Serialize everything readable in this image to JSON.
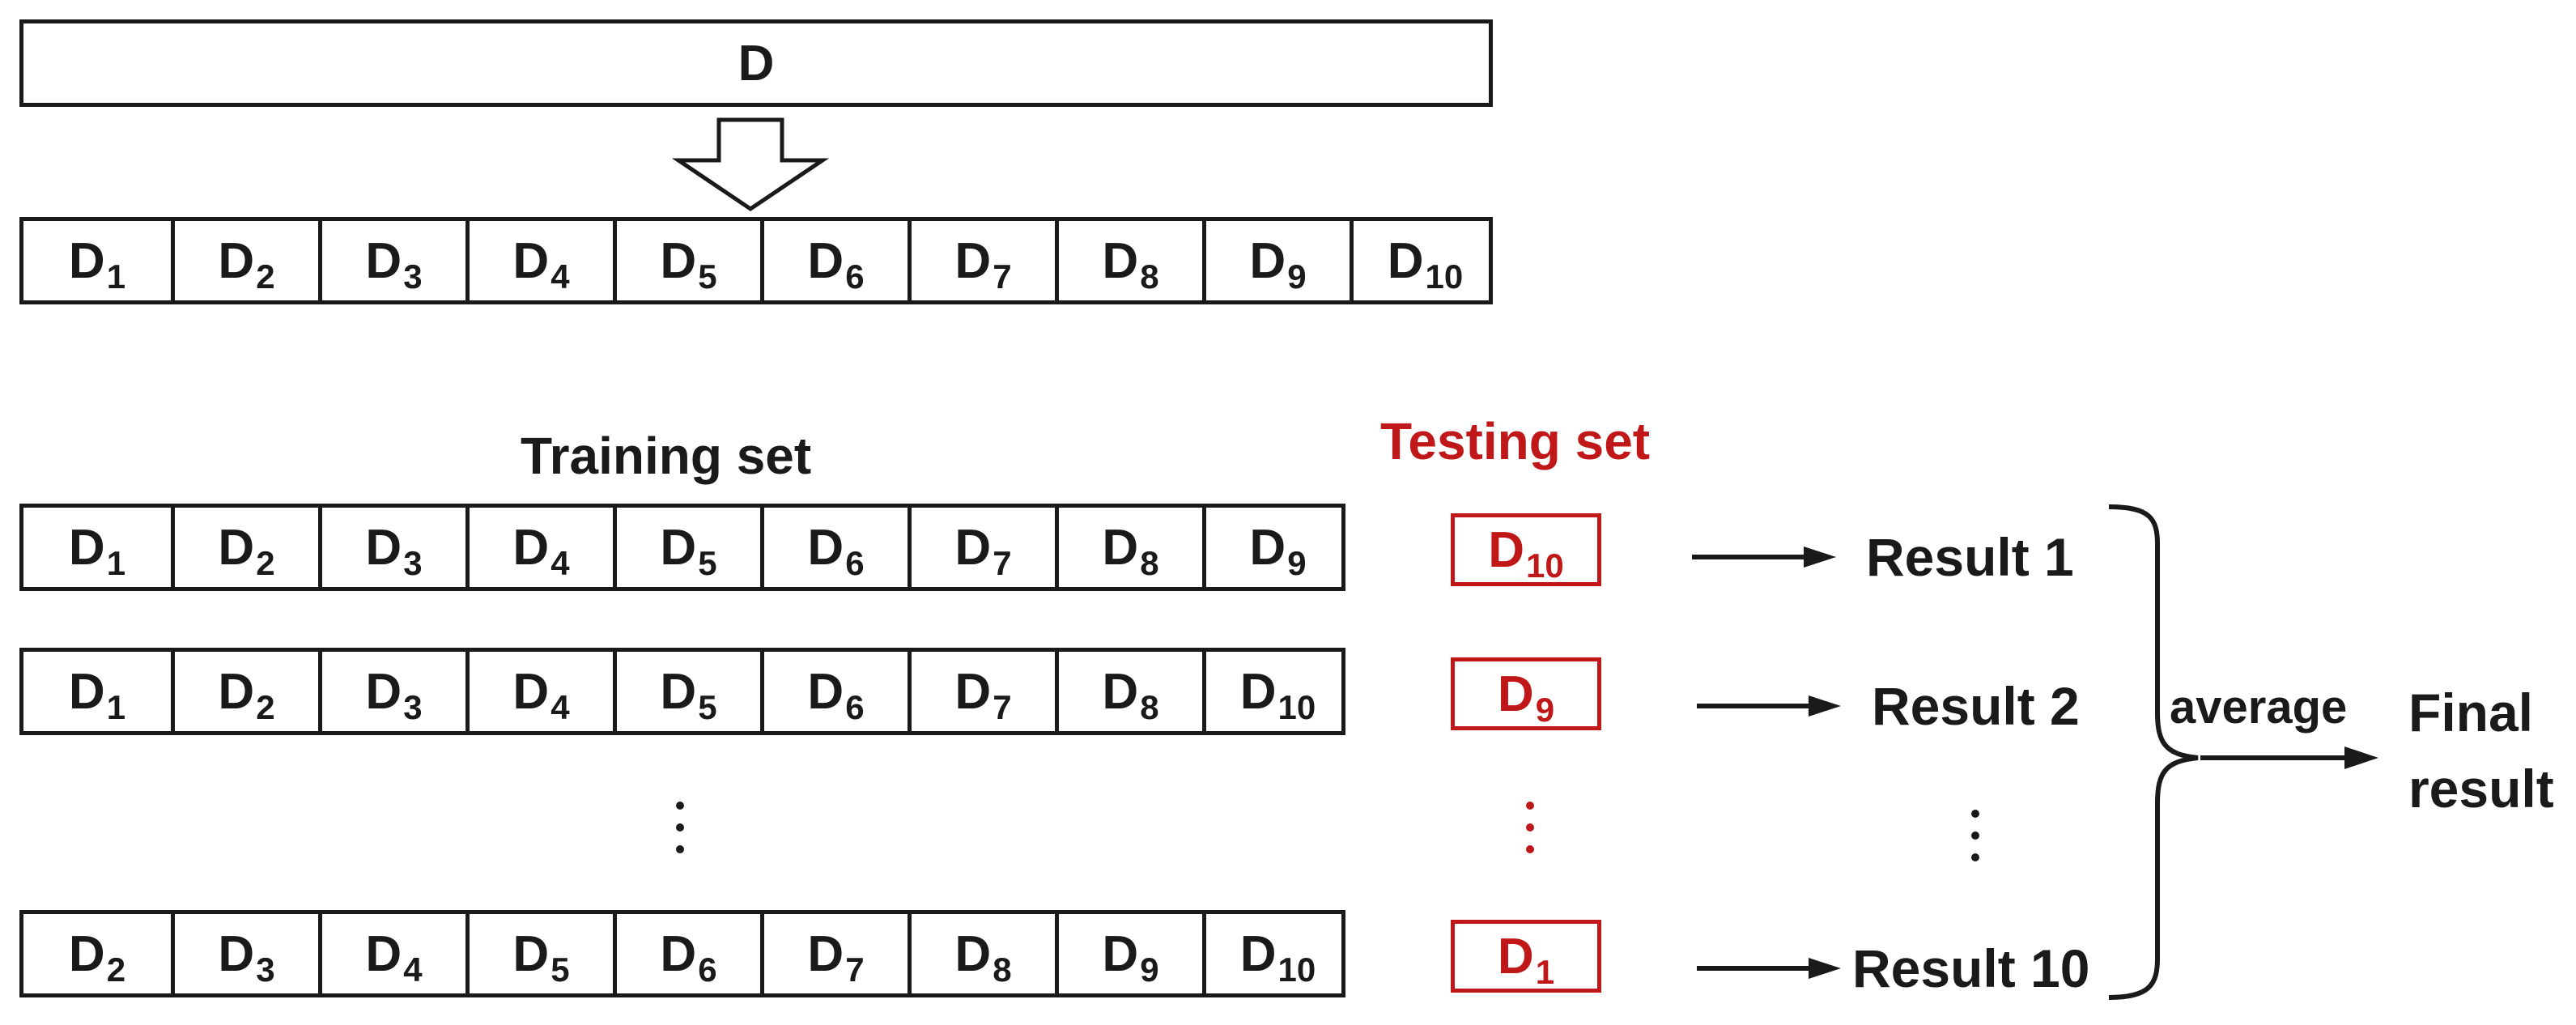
{
  "full_dataset": {
    "label": "D"
  },
  "folds": [
    {
      "base": "D",
      "sub": "1"
    },
    {
      "base": "D",
      "sub": "2"
    },
    {
      "base": "D",
      "sub": "3"
    },
    {
      "base": "D",
      "sub": "4"
    },
    {
      "base": "D",
      "sub": "5"
    },
    {
      "base": "D",
      "sub": "6"
    },
    {
      "base": "D",
      "sub": "7"
    },
    {
      "base": "D",
      "sub": "8"
    },
    {
      "base": "D",
      "sub": "9"
    },
    {
      "base": "D",
      "sub": "10"
    }
  ],
  "headers": {
    "training": "Training set",
    "testing": "Testing set"
  },
  "iterations": [
    {
      "training": [
        {
          "base": "D",
          "sub": "1"
        },
        {
          "base": "D",
          "sub": "2"
        },
        {
          "base": "D",
          "sub": "3"
        },
        {
          "base": "D",
          "sub": "4"
        },
        {
          "base": "D",
          "sub": "5"
        },
        {
          "base": "D",
          "sub": "6"
        },
        {
          "base": "D",
          "sub": "7"
        },
        {
          "base": "D",
          "sub": "8"
        },
        {
          "base": "D",
          "sub": "9"
        }
      ],
      "testing": {
        "base": "D",
        "sub": "10"
      },
      "result": "Result 1"
    },
    {
      "training": [
        {
          "base": "D",
          "sub": "1"
        },
        {
          "base": "D",
          "sub": "2"
        },
        {
          "base": "D",
          "sub": "3"
        },
        {
          "base": "D",
          "sub": "4"
        },
        {
          "base": "D",
          "sub": "5"
        },
        {
          "base": "D",
          "sub": "6"
        },
        {
          "base": "D",
          "sub": "7"
        },
        {
          "base": "D",
          "sub": "8"
        },
        {
          "base": "D",
          "sub": "10"
        }
      ],
      "testing": {
        "base": "D",
        "sub": "9"
      },
      "result": "Result 2"
    },
    {
      "training": [
        {
          "base": "D",
          "sub": "2"
        },
        {
          "base": "D",
          "sub": "3"
        },
        {
          "base": "D",
          "sub": "4"
        },
        {
          "base": "D",
          "sub": "5"
        },
        {
          "base": "D",
          "sub": "6"
        },
        {
          "base": "D",
          "sub": "7"
        },
        {
          "base": "D",
          "sub": "8"
        },
        {
          "base": "D",
          "sub": "9"
        },
        {
          "base": "D",
          "sub": "10"
        }
      ],
      "testing": {
        "base": "D",
        "sub": "1"
      },
      "result": "Result 10"
    }
  ],
  "aggregation": {
    "label": "average",
    "final_line1": "Final",
    "final_line2": "result"
  },
  "colors": {
    "ink": "#1a1a1a",
    "testing": "#c01818"
  }
}
